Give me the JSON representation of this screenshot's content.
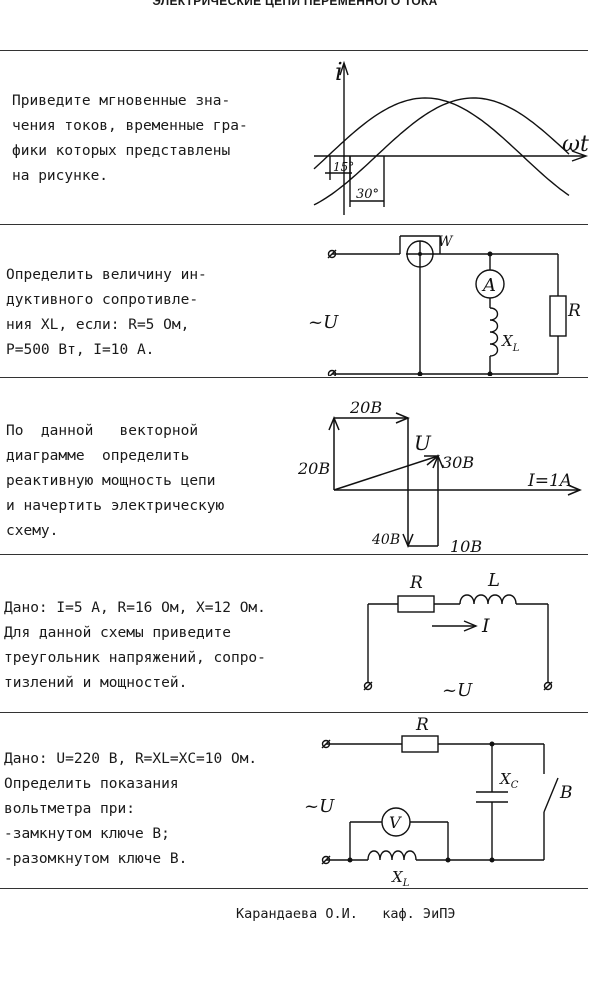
{
  "header": {
    "title": "ЭЛЕКТРИЧЕСКИЕ ЦЕПИ ПЕРЕМЕННОГО ТОКА\""
  },
  "tasks": [
    {
      "lines": [
        "Приведите мгновенные зна-",
        "чения токов, временные гра-",
        "фики которых представлены",
        "на рисунке."
      ],
      "figure": {
        "y_axis": "i",
        "x_axis": "ωt",
        "angle1": "15°",
        "angle2": "30°"
      }
    },
    {
      "lines": [
        "Определить величину ин-",
        "дуктивного сопротивле-",
        "ния X<sub>L</sub>, если: R=5 Ом,",
        "P=500 Вт, I=10 А."
      ],
      "line_texts": [
        "Определить величину ин-",
        "дуктивного сопротивле-",
        "ния XL, если: R=5 Ом,",
        "P=500 Вт, I=10 А."
      ],
      "figure": {
        "wattmeter": "W",
        "ammeter": "A",
        "source": "~U",
        "resistor": "R",
        "inductor": "X",
        "inductor_sub": "L"
      }
    },
    {
      "lines": [
        "По  данной   векторной",
        "диаграмме  определить",
        "реактивную мощность цепи",
        "и начертить электрическую",
        "схему."
      ],
      "figure": {
        "v_top": "20В",
        "v_left": "20В",
        "v_u": "U",
        "v_30": "30В",
        "v_current": "I=1A",
        "v_40": "40В",
        "v_10": "10В"
      }
    },
    {
      "lines": [
        "Дано: I=5 А, R=16 Ом, X=12 Ом.",
        "Для данной схемы приведите",
        "треугольник напряжений, сопро-",
        "тизлений и мощностей."
      ],
      "figure": {
        "resistor": "R",
        "inductor": "L",
        "current": "I",
        "source": "~U"
      }
    },
    {
      "lines": [
        "Дано: U=220 В, R=XL=XC=10 Ом.",
        "Определить показания",
        "вольтметра при:",
        "-замкнутом ключе В;",
        "-разомкнутом ключе В."
      ],
      "figure": {
        "resistor": "R",
        "capacitor": "X",
        "capacitor_sub": "C",
        "switch": "B",
        "voltmeter": "V",
        "inductor": "X",
        "inductor_sub": "L",
        "source": "~U"
      }
    }
  ],
  "footer": {
    "author": "Карандаева О.И.   каф. ЭиПЭ"
  }
}
